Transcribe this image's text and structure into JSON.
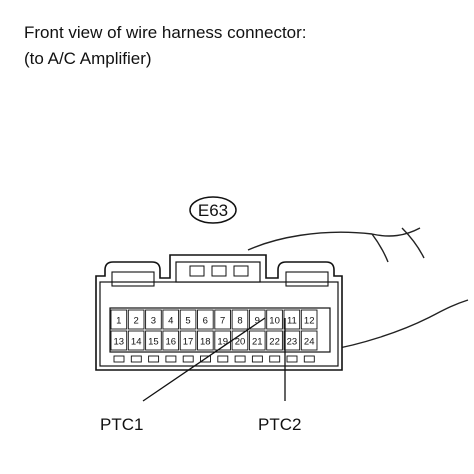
{
  "caption": {
    "line1": "Front view of wire harness connector:",
    "line2": "(to A/C Amplifier)"
  },
  "connector": {
    "id": "E63",
    "top_row": [
      "1",
      "2",
      "3",
      "4",
      "5",
      "6",
      "7",
      "8",
      "9",
      "10",
      "11",
      "12"
    ],
    "bottom_row": [
      "13",
      "14",
      "15",
      "16",
      "17",
      "18",
      "19",
      "20",
      "21",
      "22",
      "23",
      "24"
    ]
  },
  "callouts": [
    {
      "label": "PTC1",
      "pin": "9"
    },
    {
      "label": "PTC2",
      "pin": "10"
    }
  ]
}
